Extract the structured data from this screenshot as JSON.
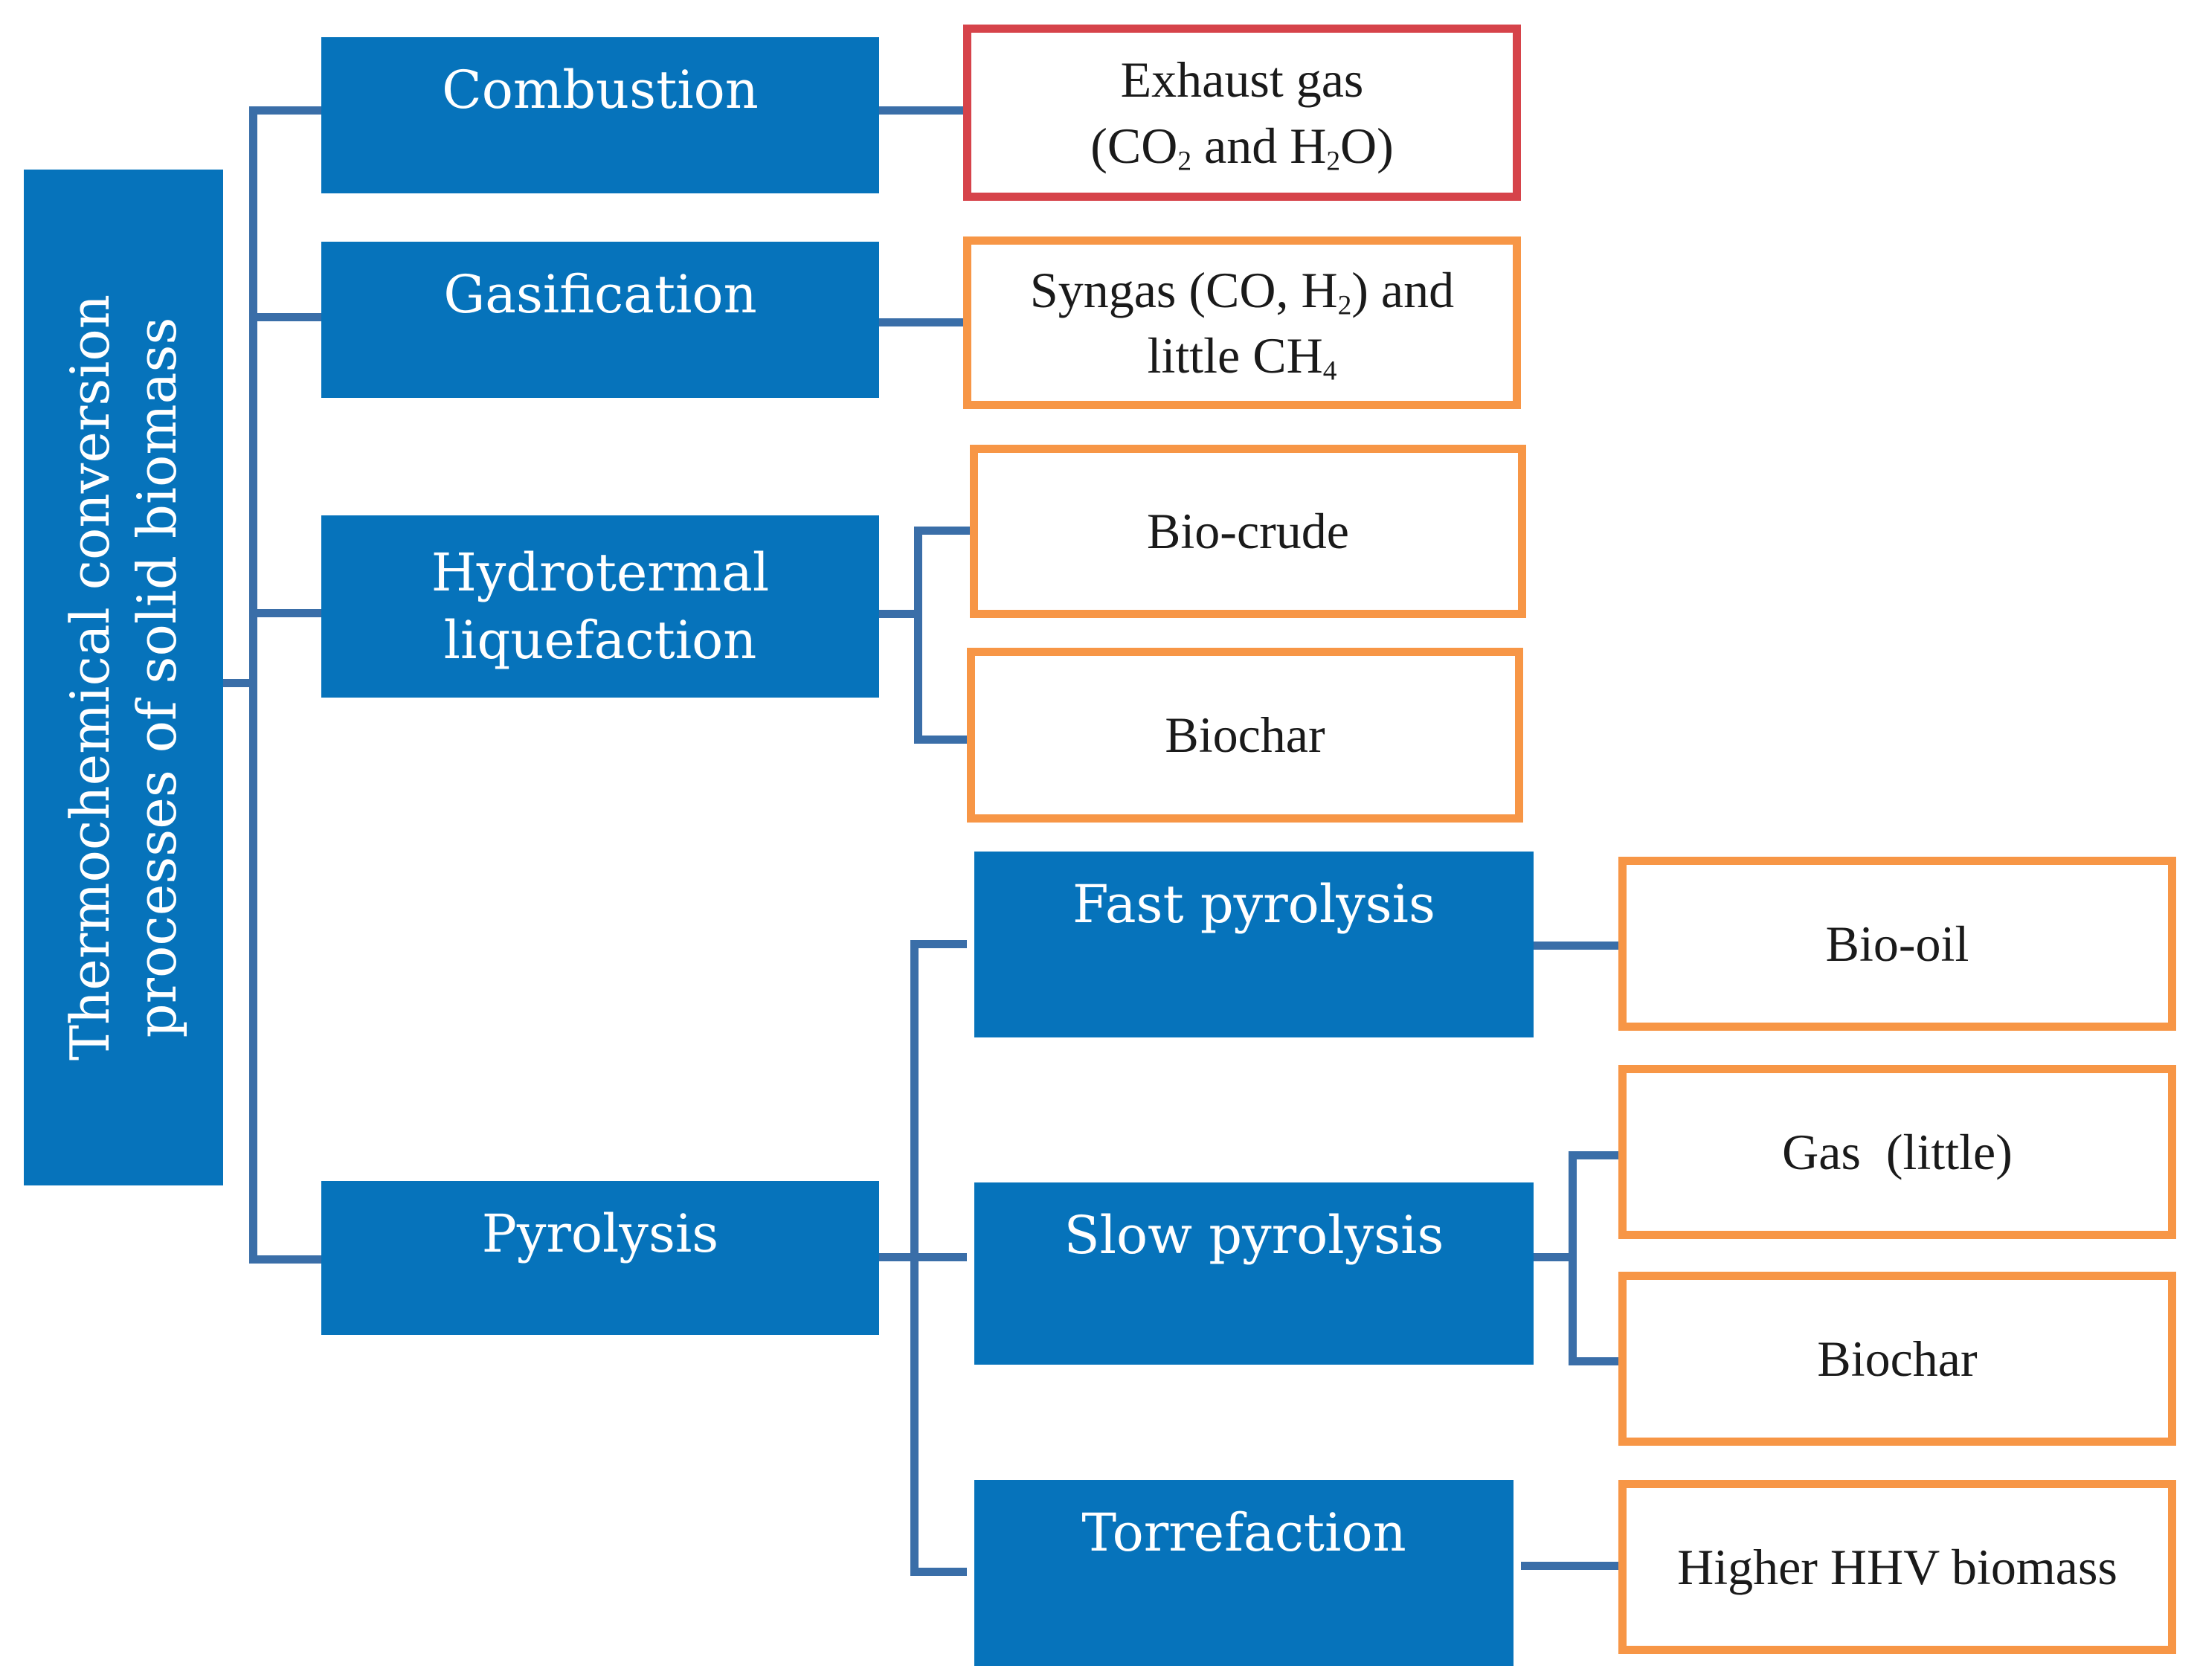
{
  "root": {
    "line1": "Thermochemical conversion",
    "line2": "processes of solid biomass"
  },
  "processes": {
    "combustion": "Combustion",
    "gasification": "Gasification",
    "htl_line1": "Hydrotermal",
    "htl_line2": "liquefaction",
    "pyrolysis": "Pyrolysis"
  },
  "pyrolysis_types": {
    "fast": "Fast pyrolysis",
    "slow": "Slow pyrolysis",
    "torrefaction": "Torrefaction"
  },
  "products": {
    "exhaust_line1": "Exhaust gas",
    "exhaust_line2": {
      "open": "(CO",
      "sub1": "2",
      "mid": " and H",
      "sub2": "2",
      "close": "O)"
    },
    "syngas_line1": {
      "pre": "Syngas (CO, H",
      "sub": "2",
      "post": ") and"
    },
    "syngas_line2": {
      "pre": "little CH",
      "sub": "4"
    },
    "bio_crude": "Bio-crude",
    "biochar_htl": "Biochar",
    "bio_oil": "Bio-oil",
    "gas_little": "Gas  (little)",
    "biochar_slow": "Biochar",
    "higher_hhv": "Higher HHV biomass"
  },
  "colors": {
    "process_fill": "#0673bb",
    "connector": "#3a6ea8",
    "product_border_orange": "#f79646",
    "product_border_red": "#d6434a"
  }
}
